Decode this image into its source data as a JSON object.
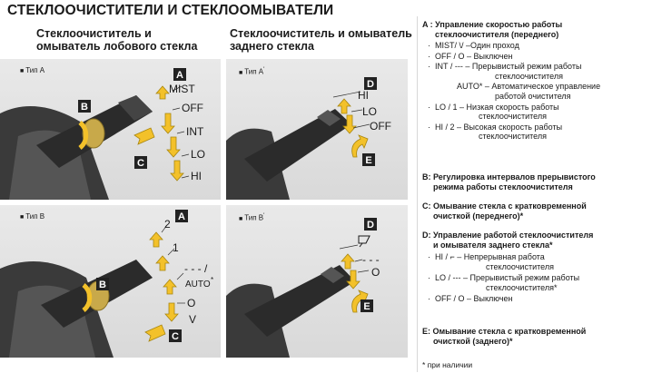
{
  "page": {
    "title": "СТЕКЛООЧИСТИТЕЛИ И СТЕКЛООМЫВАТЕЛИ"
  },
  "front": {
    "heading_line1": "Стеклоочиститель и",
    "heading_line2": "омыватель лобового стекла",
    "type_a": {
      "tag": "Тип A",
      "labels": {
        "A": "A",
        "B": "B",
        "C": "C",
        "mist": "MIST",
        "off": "OFF",
        "int": "INT",
        "lo": "LO",
        "hi": "HI"
      }
    },
    "type_b": {
      "tag": "Тип B",
      "labels": {
        "A": "A",
        "B": "B",
        "C": "C",
        "two": "2",
        "one": "1",
        "dash": "- - - /",
        "auto": "AUTO",
        "star": "*",
        "o": "O",
        "v": "V"
      }
    }
  },
  "rear": {
    "heading_line1": "Стеклоочиститель и омыватель",
    "heading_line2": "заднего стекла",
    "type_a": {
      "tag": "Тип A",
      "prime": "'",
      "labels": {
        "D": "D",
        "E": "E",
        "hi": "HI",
        "lo": "LO",
        "off": "OFF"
      }
    },
    "type_b": {
      "tag": "Тип B",
      "prime": "'",
      "labels": {
        "D": "D",
        "E": "E",
        "dash": "- - -",
        "o": "O"
      }
    }
  },
  "legend": {
    "a_head_1": "A : Управление скоростью работы",
    "a_head_2": "стеклоочистителя (переднего)",
    "a_rows": [
      {
        "key": "MIST/ \\/",
        "desc": "–Один проход"
      },
      {
        "key": "OFF / O",
        "desc": "– Выключен"
      },
      {
        "key": "INT / ---",
        "desc": "– Прерывистый режим работы",
        "desc2": "стеклоочистителя"
      },
      {
        "key": "AUTO*",
        "desc": "– Автоматическое управление",
        "desc2": "работой очистителя"
      },
      {
        "key": "LO / 1",
        "desc": "– Низкая скорость работы",
        "desc2": "стеклоочистителя"
      },
      {
        "key": "HI / 2",
        "desc": "– Высокая скорость работы",
        "desc2": "стеклоочистителя"
      }
    ],
    "b_line1": "B: Регулировка интервалов прерывистого",
    "b_line2": "режима работы стеклоочистителя",
    "c_line1": "C: Омывание стекла с кратковременной",
    "c_line2": "очисткой (переднего)*",
    "d_line1": "D: Управление работой стеклоочистителя",
    "d_line2": "и омывателя заднего стекла*",
    "d_rows": [
      {
        "key": "HI / ⌐",
        "desc": "– Непрерывная работа",
        "desc2": "стеклоочистителя"
      },
      {
        "key": "LO / ---",
        "desc": "– Прерывистый режим работы",
        "desc2": "стеклоочистителя*"
      },
      {
        "key": "OFF / O",
        "desc": "– Выключен"
      }
    ],
    "e_line1": "E: Омывание стекла с кратковременной",
    "e_line2": "очисткой (заднего)*",
    "note": "* при наличии"
  },
  "colors": {
    "panel_bg": "#e2e2e2",
    "lever": "#2b2b2b",
    "arrow_fill": "#f3c12a",
    "arrow_stroke": "#a8860f",
    "badge": "#222222",
    "knob": "#c8a94a"
  }
}
